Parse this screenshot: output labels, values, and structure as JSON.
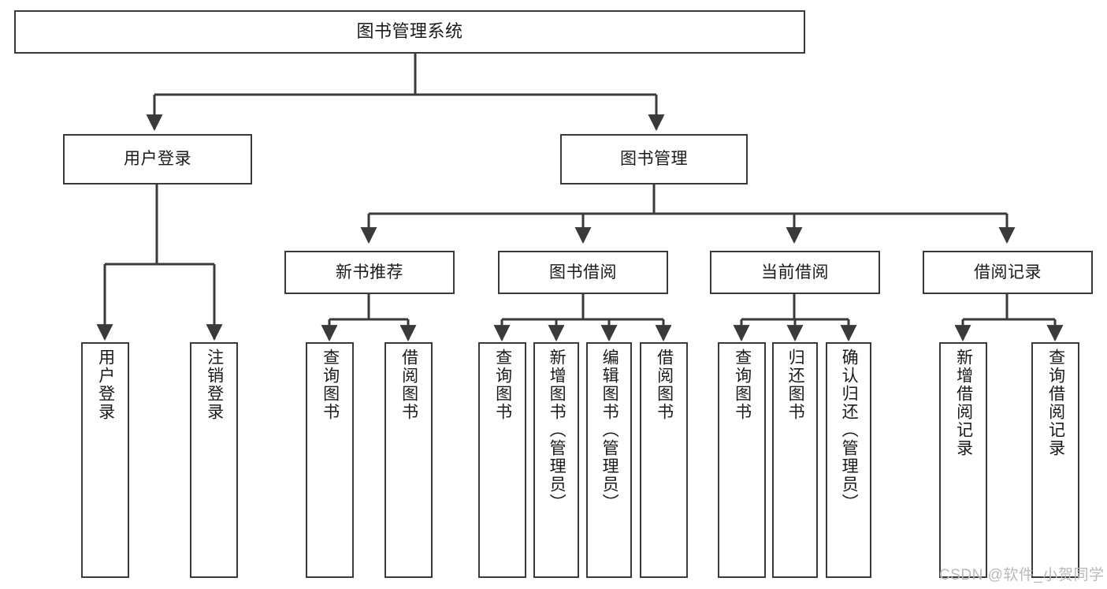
{
  "diagram": {
    "title": "图书管理系统",
    "type": "tree-structure-chart",
    "watermark": "CSDN @软件_小贺同学",
    "colors": {
      "stroke": "#3a3a3a",
      "node_fill": "#ffffff",
      "text": "#1a1a1a",
      "background": "#ffffff",
      "watermark": "#b9b9b9"
    },
    "nodes": {
      "root": {
        "label": "图书管理系统"
      },
      "level2": [
        {
          "label": "用户登录"
        },
        {
          "label": "图书管理"
        }
      ],
      "level3": [
        {
          "label": "新书推荐"
        },
        {
          "label": "图书借阅"
        },
        {
          "label": "当前借阅"
        },
        {
          "label": "借阅记录"
        }
      ],
      "leaves_login": [
        {
          "label": "用户登录"
        },
        {
          "label": "注销登录"
        }
      ],
      "leaves_recommend": [
        {
          "label": "查询图书"
        },
        {
          "label": "借阅图书"
        }
      ],
      "leaves_borrow": [
        {
          "label": "查询图书"
        },
        {
          "label": "新增图书（管理员）"
        },
        {
          "label": "编辑图书（管理员）"
        },
        {
          "label": "借阅图书"
        }
      ],
      "leaves_current": [
        {
          "label": "查询图书"
        },
        {
          "label": "归还图书"
        },
        {
          "label": "确认归还（管理员）"
        }
      ],
      "leaves_records": [
        {
          "label": "新增借阅记录"
        },
        {
          "label": "查询借阅记录"
        }
      ]
    }
  }
}
